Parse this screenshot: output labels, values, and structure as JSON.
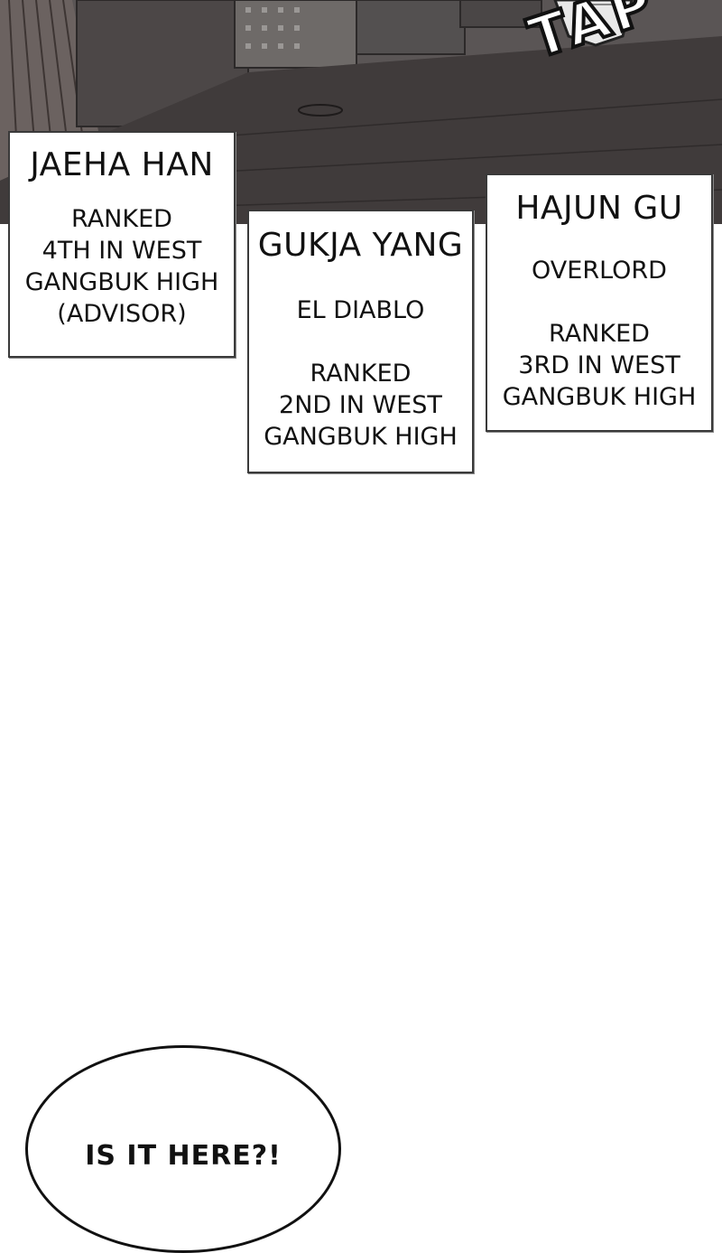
{
  "panel": {
    "sfx": "TAP"
  },
  "cards": {
    "jaeha": {
      "name": "JAEHA HAN",
      "lines": [
        "RANKED",
        "4TH IN WEST",
        "GANGBUK HIGH",
        "(ADVISOR)"
      ]
    },
    "gukja": {
      "name": "GUKJA YANG",
      "title": "EL DIABLO",
      "lines": [
        "RANKED",
        "2ND IN WEST",
        "GANGBUK HIGH"
      ]
    },
    "hajun": {
      "name": "HAJUN GU",
      "title": "OVERLORD",
      "lines": [
        "RANKED",
        "3RD IN WEST",
        "GANGBUK HIGH"
      ]
    }
  },
  "bubble": {
    "text": "IS IT HERE?!"
  }
}
